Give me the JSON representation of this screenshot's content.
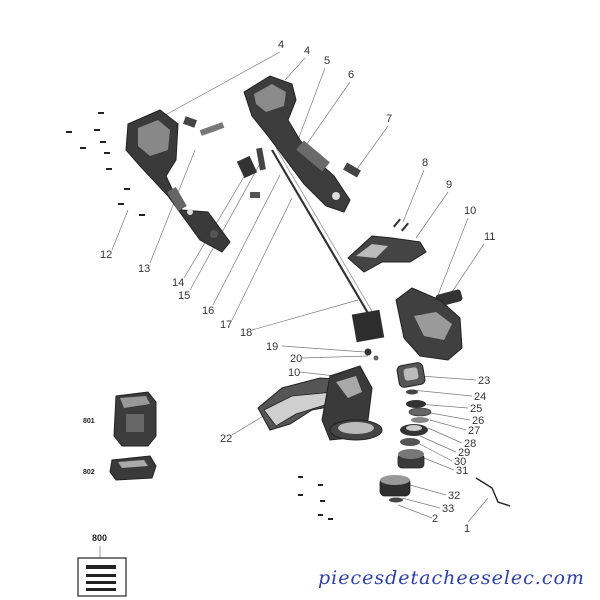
{
  "callouts": [
    {
      "id": "4a",
      "label": "4"
    },
    {
      "id": "4b",
      "label": "4"
    },
    {
      "id": "5",
      "label": "5"
    },
    {
      "id": "6",
      "label": "6"
    },
    {
      "id": "7",
      "label": "7"
    },
    {
      "id": "8",
      "label": "8"
    },
    {
      "id": "9",
      "label": "9"
    },
    {
      "id": "10a",
      "label": "10"
    },
    {
      "id": "11",
      "label": "11"
    },
    {
      "id": "12",
      "label": "12"
    },
    {
      "id": "13",
      "label": "13"
    },
    {
      "id": "14",
      "label": "14"
    },
    {
      "id": "15",
      "label": "15"
    },
    {
      "id": "16",
      "label": "16"
    },
    {
      "id": "17",
      "label": "17"
    },
    {
      "id": "18",
      "label": "18"
    },
    {
      "id": "19",
      "label": "19"
    },
    {
      "id": "20",
      "label": "20"
    },
    {
      "id": "10b",
      "label": "10"
    },
    {
      "id": "22",
      "label": "22"
    },
    {
      "id": "23",
      "label": "23"
    },
    {
      "id": "24",
      "label": "24"
    },
    {
      "id": "25",
      "label": "25"
    },
    {
      "id": "26",
      "label": "26"
    },
    {
      "id": "27",
      "label": "27"
    },
    {
      "id": "28",
      "label": "28"
    },
    {
      "id": "29",
      "label": "29"
    },
    {
      "id": "30",
      "label": "30"
    },
    {
      "id": "31",
      "label": "31"
    },
    {
      "id": "32",
      "label": "32"
    },
    {
      "id": "33",
      "label": "33"
    },
    {
      "id": "2",
      "label": "2"
    },
    {
      "id": "1",
      "label": "1"
    }
  ],
  "accessories": {
    "battery_large": "801",
    "battery_small": "802",
    "kit_label": "800"
  },
  "watermark": "piecesdetacheeselec.com",
  "colors": {
    "line_art": "#222222",
    "watermark": "#2e3fa8",
    "background": "#ffffff"
  }
}
